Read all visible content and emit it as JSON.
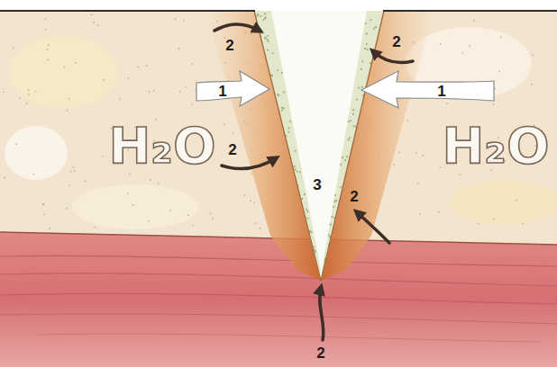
{
  "diagram": {
    "labels": [
      "2",
      "2",
      "1",
      "1",
      "H₂O",
      "H₂O",
      "2",
      "3",
      "2",
      "2"
    ]
  }
}
